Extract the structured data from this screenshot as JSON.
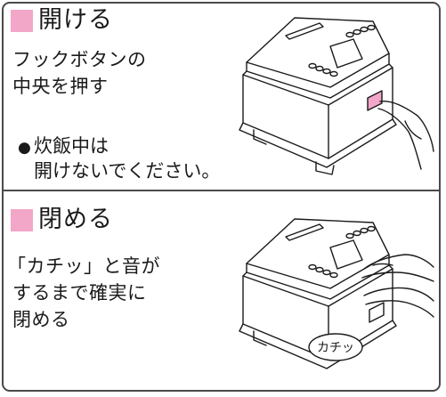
{
  "colors": {
    "accent_square": "#f2a6c8",
    "frame": "#4a4a4a"
  },
  "open": {
    "heading": "開ける",
    "instruction_lines": [
      "フックボタンの",
      "中央を押す"
    ],
    "note_bullet": "●",
    "note_lines": [
      "炊飯中は",
      "開けないでください。"
    ],
    "illustration_icon": "rice-cooker-open-hook-illustration"
  },
  "close": {
    "heading": "閉める",
    "instruction_lines": [
      "「カチッ」と音が",
      "するまで確実に",
      "閉める"
    ],
    "illustration_icon": "rice-cooker-close-lid-illustration",
    "click_label": "カチッ"
  }
}
